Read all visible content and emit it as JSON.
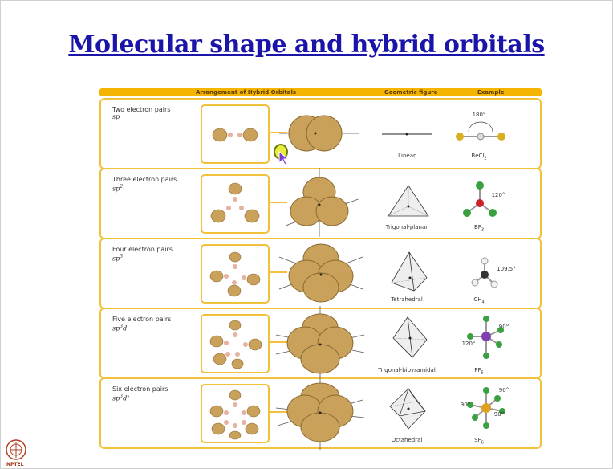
{
  "slide": {
    "title": "Molecular shape and hybrid orbitals",
    "logo_label": "NPTEL"
  },
  "table": {
    "headers": {
      "arrangement": "Arrangement of Hybrid Orbitals",
      "geometric": "Geometric figure",
      "example": "Example"
    },
    "rows": [
      {
        "pairs": "Two electron pairs",
        "hybrid_base": "sp",
        "hybrid_sup": "",
        "hybrid_tail": "",
        "figure": "Linear",
        "example_base": "BeCl",
        "example_sub": "2",
        "angles": [
          "180°"
        ]
      },
      {
        "pairs": "Three electron pairs",
        "hybrid_base": "sp",
        "hybrid_sup": "2",
        "hybrid_tail": "",
        "figure": "Trigonal-planar",
        "example_base": "BF",
        "example_sub": "3",
        "angles": [
          "120°"
        ]
      },
      {
        "pairs": "Four electron pairs",
        "hybrid_base": "sp",
        "hybrid_sup": "3",
        "hybrid_tail": "",
        "figure": "Tetrahedral",
        "example_base": "CH",
        "example_sub": "4",
        "angles": [
          "109.5°"
        ]
      },
      {
        "pairs": "Five electron pairs",
        "hybrid_base": "sp",
        "hybrid_sup": "3",
        "hybrid_tail": "d",
        "figure": "Trigonal-bipyramidal",
        "example_base": "PF",
        "example_sub": "5",
        "angles": [
          "90°",
          "120°"
        ]
      },
      {
        "pairs": "Six electron pairs",
        "hybrid_base": "sp",
        "hybrid_sup": "3",
        "hybrid_tail": "d²",
        "figure": "Octahedral",
        "example_base": "SF",
        "example_sub": "6",
        "angles": [
          "90°",
          "90°",
          "90°"
        ]
      }
    ]
  },
  "colors": {
    "title": "#1a14a8",
    "accent": "#f2c13c",
    "lobe": "#c9a15a"
  }
}
